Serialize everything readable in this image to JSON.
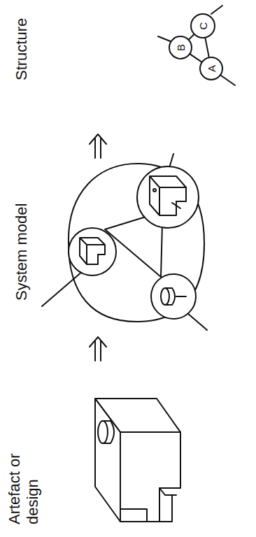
{
  "diagram": {
    "nodes": [
      {
        "text": [
          "A"
        ]
      },
      {
        "text": [
          "B"
        ]
      },
      {
        "text": [
          "C"
        ]
      }
    ],
    "edges": [
      {
        "from": 0,
        "to": 1,
        "arrow": "none"
      },
      {
        "from": 1,
        "to": 2,
        "arrow": "none"
      },
      {
        "from": 0,
        "to": 2,
        "arrow": "none"
      }
    ],
    "labels": [
      "Artefact or design",
      "System model",
      "Structure"
    ]
  }
}
